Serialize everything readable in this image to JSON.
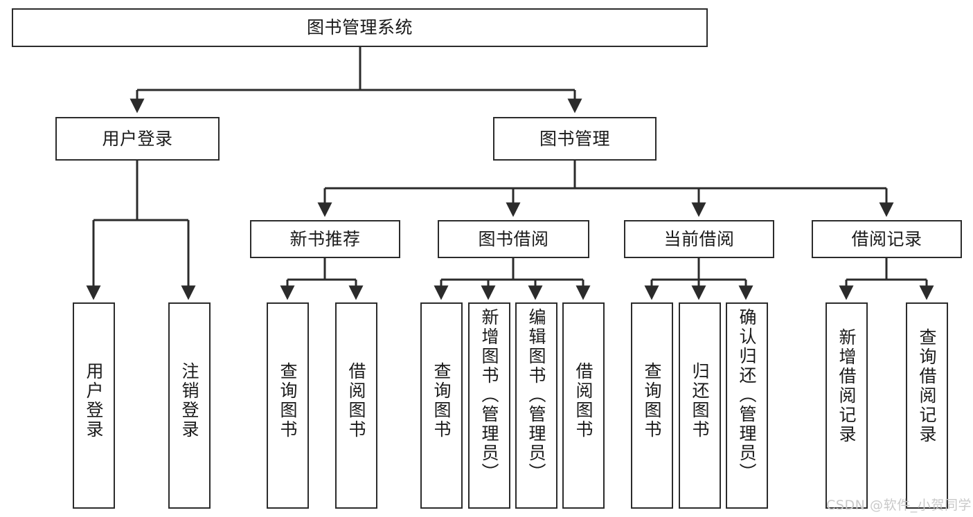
{
  "diagram": {
    "title": "图书管理系统",
    "type": "tree-hierarchy",
    "watermark": "CSDN @软件_小贺同学",
    "colors": {
      "stroke": "#2b2b2b",
      "fill": "#ffffff",
      "text": "#1a1a1a",
      "watermark": "#c9c9c9"
    }
  },
  "nodes": {
    "root": {
      "label": "图书管理系统"
    },
    "level2": [
      {
        "id": "user-login",
        "label": "用户登录"
      },
      {
        "id": "book-manage",
        "label": "图书管理"
      }
    ],
    "level3": [
      {
        "id": "new-book-recommend",
        "label": "新书推荐"
      },
      {
        "id": "book-borrow",
        "label": "图书借阅"
      },
      {
        "id": "current-borrow",
        "label": "当前借阅"
      },
      {
        "id": "borrow-record",
        "label": "借阅记录"
      }
    ],
    "leaves": {
      "user-login": [
        {
          "id": "leaf-user-login",
          "label": "用户登录"
        },
        {
          "id": "leaf-logout",
          "label": "注销登录"
        }
      ],
      "new-book-recommend": [
        {
          "id": "leaf-query-book-1",
          "label": "查询图书"
        },
        {
          "id": "leaf-borrow-book-1",
          "label": "借阅图书"
        }
      ],
      "book-borrow": [
        {
          "id": "leaf-query-book-2",
          "label": "查询图书"
        },
        {
          "id": "leaf-add-book",
          "label": "新增图书（管理员）"
        },
        {
          "id": "leaf-edit-book",
          "label": "编辑图书（管理员）"
        },
        {
          "id": "leaf-borrow-book-2",
          "label": "借阅图书"
        }
      ],
      "current-borrow": [
        {
          "id": "leaf-query-book-3",
          "label": "查询图书"
        },
        {
          "id": "leaf-return-book",
          "label": "归还图书"
        },
        {
          "id": "leaf-confirm-return",
          "label": "确认归还（管理员）"
        }
      ],
      "borrow-record": [
        {
          "id": "leaf-add-record",
          "label": "新增借阅记录"
        },
        {
          "id": "leaf-query-record",
          "label": "查询借阅记录"
        }
      ]
    }
  }
}
